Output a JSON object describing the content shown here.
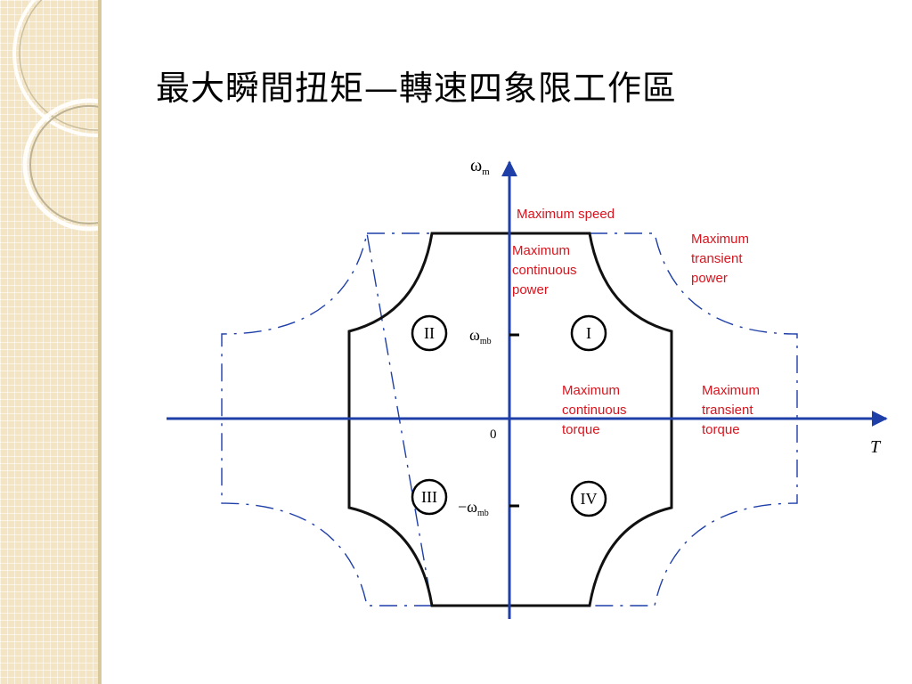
{
  "slide": {
    "title": "最大瞬間扭矩—轉速四象限工作區"
  },
  "diagram": {
    "axes": {
      "y_label_main": "ω",
      "y_label_sub": "m",
      "x_label": "T",
      "origin": "0",
      "tick_pos_main": "ω",
      "tick_pos_sub": "mb",
      "tick_neg_main": "−ω",
      "tick_neg_sub": "mb"
    },
    "quadrants": [
      "I",
      "II",
      "III",
      "IV"
    ],
    "labels": {
      "max_speed": "Maximum speed",
      "max_cont_power": [
        "Maximum",
        "continuous",
        "power"
      ],
      "max_trans_power": [
        "Maximum",
        "transient",
        "power"
      ],
      "max_cont_torque": [
        "Maximum",
        "continuous",
        "torque"
      ],
      "max_trans_torque": [
        "Maximum",
        "transient",
        "torque"
      ]
    },
    "colors": {
      "axis": "#1f3fa8",
      "continuous_boundary": "#000000",
      "transient_boundary": "#1f3fa8",
      "label": "#d9141e"
    }
  }
}
